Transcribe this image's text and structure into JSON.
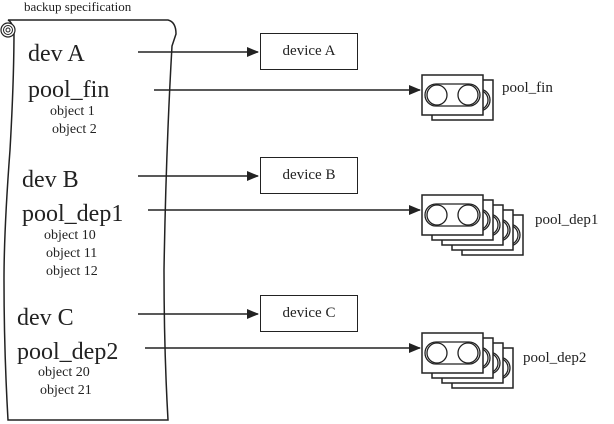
{
  "scroll": {
    "title": "backup specification",
    "groups": [
      {
        "dev": "dev A",
        "pool": "pool_fin",
        "objects": [
          "object 1",
          "object 2"
        ]
      },
      {
        "dev": "dev B",
        "pool": "pool_dep1",
        "objects": [
          "object 10",
          "object 11",
          "object 12"
        ]
      },
      {
        "dev": "dev C",
        "pool": "pool_dep2",
        "objects": [
          "object 20",
          "object 21"
        ]
      }
    ]
  },
  "devices": [
    "device A",
    "device B",
    "device C"
  ],
  "pools": [
    {
      "label": "pool_fin",
      "stack_count": 2
    },
    {
      "label": "pool_dep1",
      "stack_count": 5
    },
    {
      "label": "pool_dep2",
      "stack_count": 4
    }
  ]
}
